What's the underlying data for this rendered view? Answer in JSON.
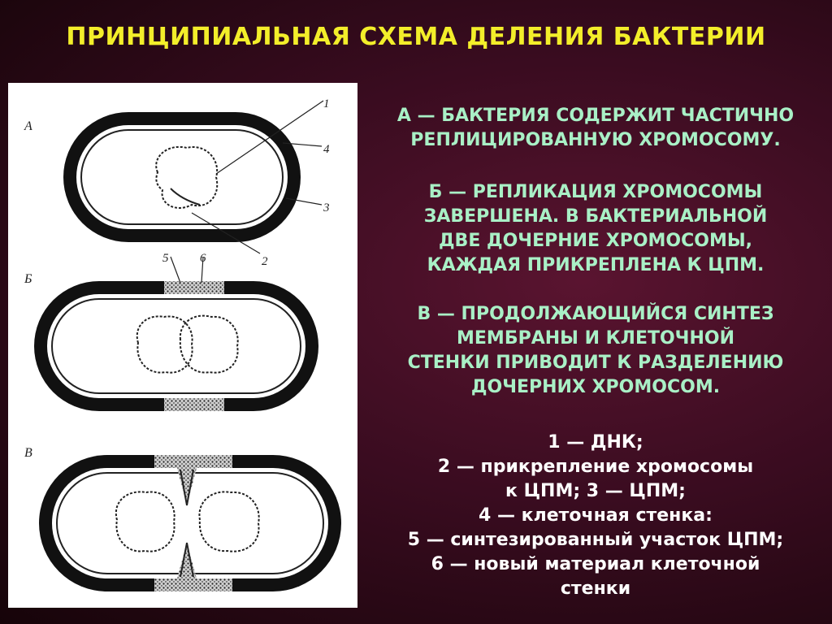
{
  "title": "ПРИНЦИПИАЛЬНАЯ СХЕМА ДЕЛЕНИЯ БАКТЕРИИ",
  "figure": {
    "labels": {
      "stage_a": "А",
      "stage_b": "Б",
      "stage_c": "В",
      "n1": "1",
      "n2": "2",
      "n3": "3",
      "n4": "4",
      "n5": "5",
      "n6": "6"
    }
  },
  "descriptions": {
    "a": [
      "А — БАКТЕРИЯ СОДЕРЖИТ ЧАСТИЧНО",
      "РЕПЛИЦИРОВАННУЮ ХРОМОСОМУ."
    ],
    "b": [
      "Б — РЕПЛИКАЦИЯ ХРОМОСОМЫ",
      "ЗАВЕРШЕНА. В БАКТЕРИАЛЬНОЙ",
      "ДВЕ ДОЧЕРНИЕ ХРОМОСОМЫ,",
      "КАЖДАЯ ПРИКРЕПЛЕНА К ЦПМ."
    ],
    "c": [
      "В — ПРОДОЛЖАЮЩИЙСЯ СИНТЕЗ",
      "МЕМБРАНЫ И КЛЕТОЧНОЙ",
      "СТЕНКИ ПРИВОДИТ К РАЗДЕЛЕНИЮ",
      "ДОЧЕРНИХ ХРОМОСОМ."
    ]
  },
  "legend": [
    "1 — ДНК;",
    "2 — прикрепление хромосомы",
    "к ЦПМ; 3 — ЦПМ;",
    "4 — клеточная стенка:",
    "5 — синтезированный участок ЦПМ;",
    "6 — новый материал клеточной",
    "стенки"
  ],
  "colors": {
    "title": "#f3ee2a",
    "description_text": "#a9f0c6",
    "legend_text": "#ffffff",
    "background": "#3a0c20"
  }
}
